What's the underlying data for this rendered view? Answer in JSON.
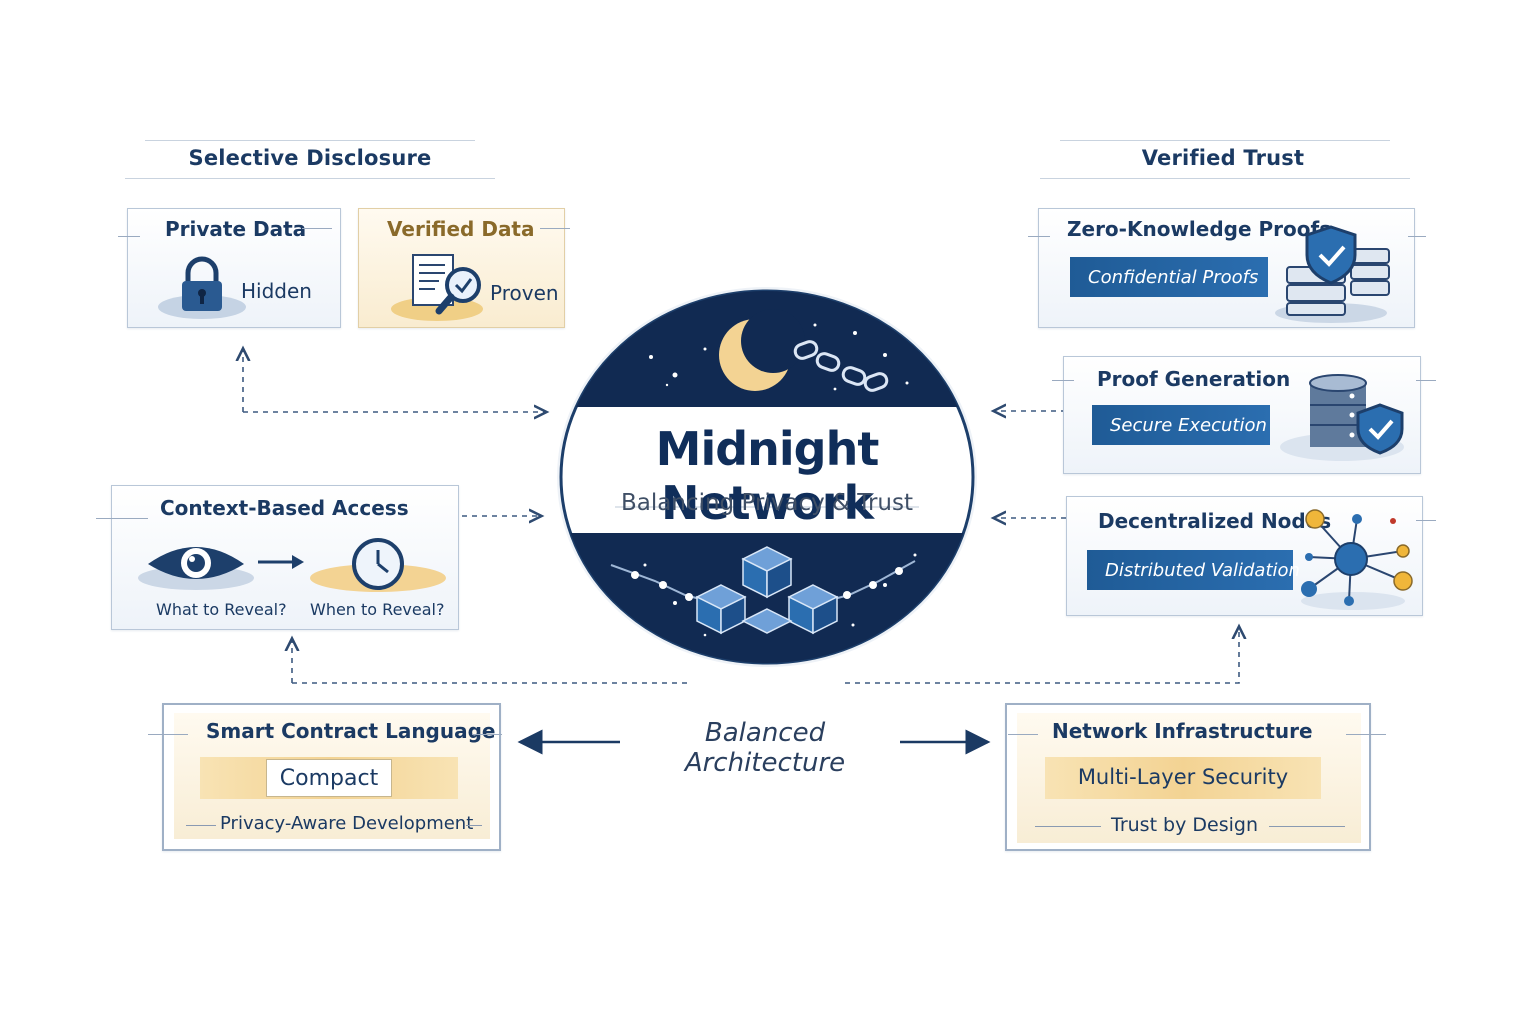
{
  "center": {
    "title": "Midnight Network",
    "subtitle": "Balancing Privacy & Trust"
  },
  "sections": {
    "selective_disclosure": "Selective Disclosure",
    "verified_trust": "Verified Trust"
  },
  "cards": {
    "private_data": {
      "title": "Private Data",
      "label": "Hidden"
    },
    "verified_data": {
      "title": "Verified Data",
      "label": "Proven"
    },
    "context_access": {
      "title": "Context-Based Access",
      "left_label": "What to Reveal?",
      "right_label": "When to Reveal?"
    },
    "zk_proofs": {
      "title": "Zero-Knowledge Proofs",
      "band": "Confidential Proofs"
    },
    "proof_generation": {
      "title": "Proof Generation",
      "band": "Secure Execution"
    },
    "decentralized_nodes": {
      "title": "Decentralized Nodes",
      "band": "Distributed Validation"
    },
    "smart_contract": {
      "title": "Smart Contract Language",
      "pill": "Compact",
      "footer": "Privacy-Aware Development"
    },
    "network_infra": {
      "title": "Network Infrastructure",
      "band": "Multi-Layer Security",
      "footer": "Trust by Design"
    }
  },
  "middle_label": "Balanced Architecture",
  "icons": {
    "private_data": "padlock-icon",
    "verified_data": "document-magnifier-icon",
    "context_left": "eye-icon",
    "context_right": "clock-icon",
    "zk_proofs": "shield-server-icon",
    "proof_generation": "database-shield-icon",
    "decentralized_nodes": "network-nodes-icon",
    "center_top": "moon-chain-icon",
    "center_bottom": "cube-network-icon"
  },
  "colors": {
    "navy": "#13315c",
    "blue_band": "#1f5b96",
    "gold": "#f3d393",
    "night": "#112a52"
  }
}
